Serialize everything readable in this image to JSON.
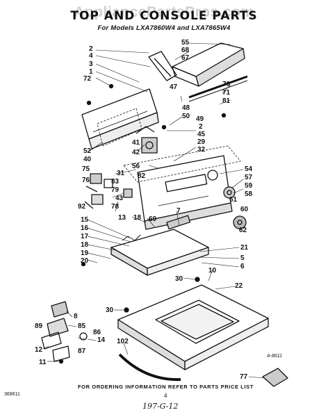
{
  "watermark": "AppliancePartsPros.com",
  "title": "TOP AND CONSOLE PARTS",
  "subtitle": "For Models LXA7860W4 and LXA7865W4",
  "footer_note": "FOR ORDERING INFORMATION REFER TO PARTS PRICE LIST",
  "page_number": "4",
  "fig_code": "368611",
  "handwritten_code": "197-G-12",
  "diagram_ref": "A-8611",
  "callouts": [
    "2",
    "4",
    "3",
    "1",
    "72",
    "55",
    "68",
    "67",
    "47",
    "70",
    "71",
    "81",
    "48",
    "50",
    "49",
    "2",
    "45",
    "29",
    "32",
    "41",
    "42",
    "52",
    "40",
    "56",
    "82",
    "54",
    "57",
    "59",
    "58",
    "75",
    "76",
    "83",
    "79",
    "31",
    "43",
    "92",
    "78",
    "61",
    "60",
    "62",
    "13",
    "18",
    "69",
    "7",
    "15",
    "16",
    "17",
    "18",
    "19",
    "20",
    "21",
    "5",
    "6",
    "30",
    "10",
    "22",
    "30",
    "8",
    "85",
    "89",
    "86",
    "14",
    "87",
    "12",
    "11",
    "102",
    "77"
  ],
  "colors": {
    "ink": "#111111",
    "paper": "#ffffff",
    "watermark": "#aaaaaa"
  }
}
